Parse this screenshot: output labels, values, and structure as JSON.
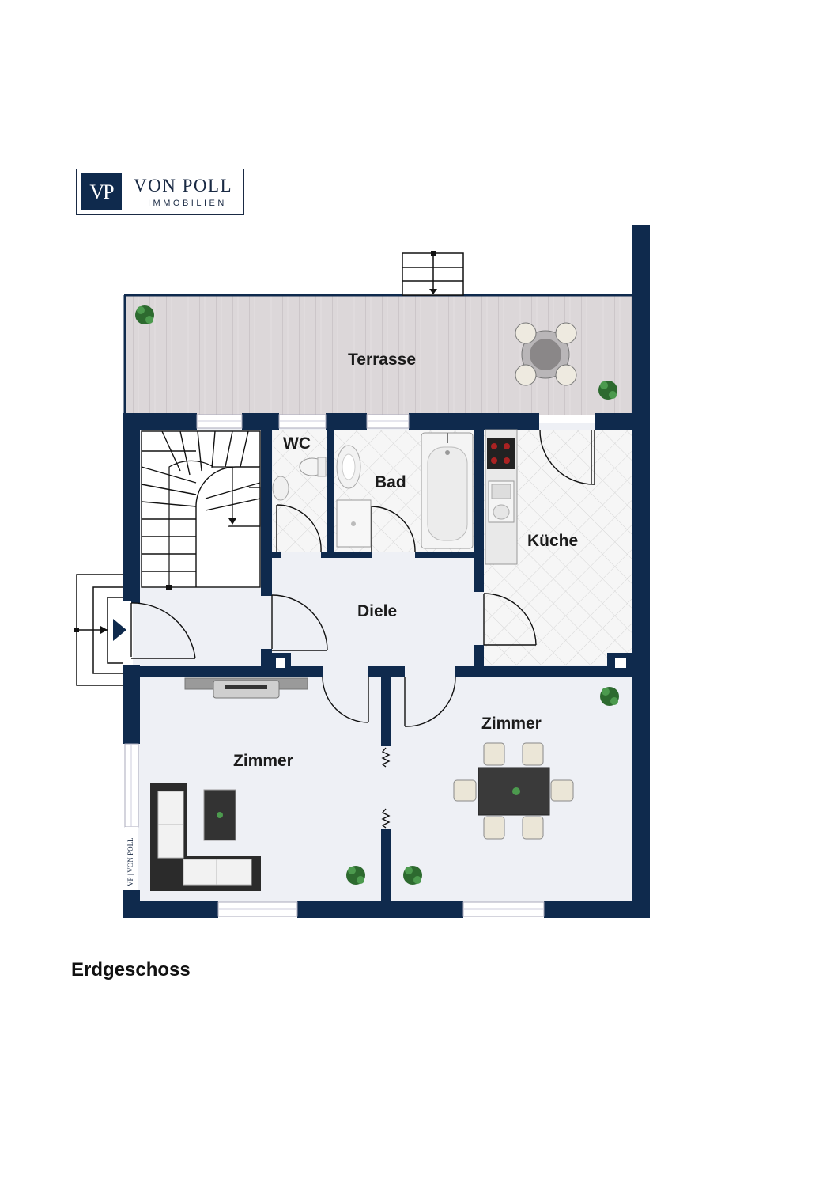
{
  "logo": {
    "mark": "VP",
    "name": "VON POLL",
    "subtitle": "IMMOBILIEN"
  },
  "rooms": {
    "terrasse": "Terrasse",
    "wc": "WC",
    "bad": "Bad",
    "kueche": "Küche",
    "diele": "Diele",
    "zimmer_left": "Zimmer",
    "zimmer_right": "Zimmer"
  },
  "floor_title": "Erdgeschoss",
  "colors": {
    "wall": "#0f2a4d",
    "floor": "#eef0f5",
    "tile": "#f4f4f4",
    "deck": "#d9d4d6"
  }
}
